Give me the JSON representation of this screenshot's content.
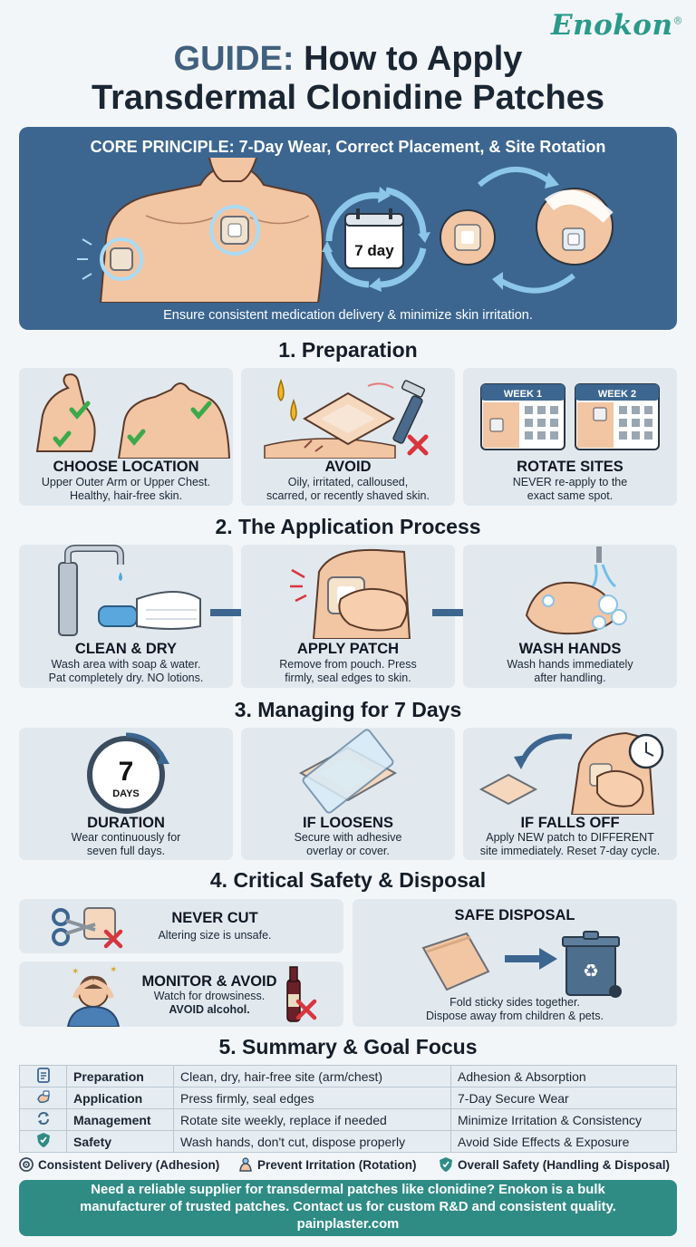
{
  "brand": {
    "name": "Enokon",
    "mark": "®"
  },
  "title": {
    "accent": "GUIDE:",
    "line1_rest": " How to Apply",
    "line2": "Transdermal Clonidine Patches"
  },
  "core": {
    "heading": "CORE PRINCIPLE: 7-Day Wear, Correct Placement, & Site Rotation",
    "calendar_label": "7 day",
    "footer": "Ensure consistent medication delivery & minimize skin irritation."
  },
  "sections": {
    "s1": "1. Preparation",
    "s2": "2. The Application Process",
    "s3": "3. Managing for 7 Days",
    "s4": "4. Critical Safety & Disposal",
    "s5": "5. Summary & Goal Focus"
  },
  "preparation": [
    {
      "title": "CHOOSE LOCATION",
      "desc1": "Upper Outer Arm or Upper Chest.",
      "desc2": "Healthy, hair-free skin."
    },
    {
      "title": "AVOID",
      "desc1": "Oily, irritated, calloused,",
      "desc2": "scarred, or recently shaved skin."
    },
    {
      "title": "ROTATE SITES",
      "desc1": "NEVER re-apply to the",
      "desc2": "exact same spot.",
      "week1": "WEEK 1",
      "week2": "WEEK 2"
    }
  ],
  "application": [
    {
      "title": "CLEAN & DRY",
      "desc1": "Wash area with soap & water.",
      "desc2": "Pat completely dry. NO lotions."
    },
    {
      "title": "APPLY PATCH",
      "desc1": "Remove from pouch. Press",
      "desc2": "firmly, seal edges to skin."
    },
    {
      "title": "WASH HANDS",
      "desc1": "Wash hands immediately",
      "desc2": "after handling."
    }
  ],
  "managing": [
    {
      "title": "DURATION",
      "desc1": "Wear continuously for",
      "desc2": "seven full days.",
      "clock_num": "7",
      "clock_word": "DAYS"
    },
    {
      "title": "IF LOOSENS",
      "desc1": "Secure with adhesive",
      "desc2": "overlay or cover."
    },
    {
      "title": "IF FALLS OFF",
      "desc1": "Apply NEW patch to DIFFERENT",
      "desc2": "site immediately. Reset 7-day cycle."
    }
  ],
  "safety": {
    "never_cut": {
      "title": "NEVER CUT",
      "desc": "Altering size is unsafe."
    },
    "monitor": {
      "title": "MONITOR & AVOID",
      "desc1": "Watch for drowsiness.",
      "desc2": "AVOID alcohol."
    },
    "disposal": {
      "title": "SAFE DISPOSAL",
      "desc1": "Fold sticky sides together.",
      "desc2": "Dispose away from children & pets."
    }
  },
  "summary": [
    {
      "icon": "clipboard-icon",
      "label": "Preparation",
      "what": "Clean, dry, hair-free site (arm/chest)",
      "goal": "Adhesion & Absorption"
    },
    {
      "icon": "hand-icon",
      "label": "Application",
      "what": "Press firmly, seal edges",
      "goal": "7-Day Secure Wear"
    },
    {
      "icon": "rotate-icon",
      "label": "Management",
      "what": "Rotate site weekly, replace if needed",
      "goal": "Minimize Irritation & Consistency"
    },
    {
      "icon": "shield-check-icon",
      "label": "Safety",
      "what": "Wash hands, don't cut, dispose properly",
      "goal": "Avoid Side Effects & Exposure"
    }
  ],
  "legend": [
    "Consistent Delivery (Adhesion)",
    "Prevent Irritation (Rotation)",
    "Overall Safety (Handling & Disposal)"
  ],
  "cta": {
    "line1": "Need a reliable supplier for transdermal patches like clonidine? Enokon is a bulk",
    "line2": "manufacturer of trusted patches. Contact us for custom R&D and consistent quality.",
    "line3": "painplaster.com"
  },
  "colors": {
    "navy": "#3c6690",
    "teal": "#2f8c85",
    "skin": "#f2c5a3",
    "check": "#3aaa4b",
    "cross": "#d8353d"
  }
}
